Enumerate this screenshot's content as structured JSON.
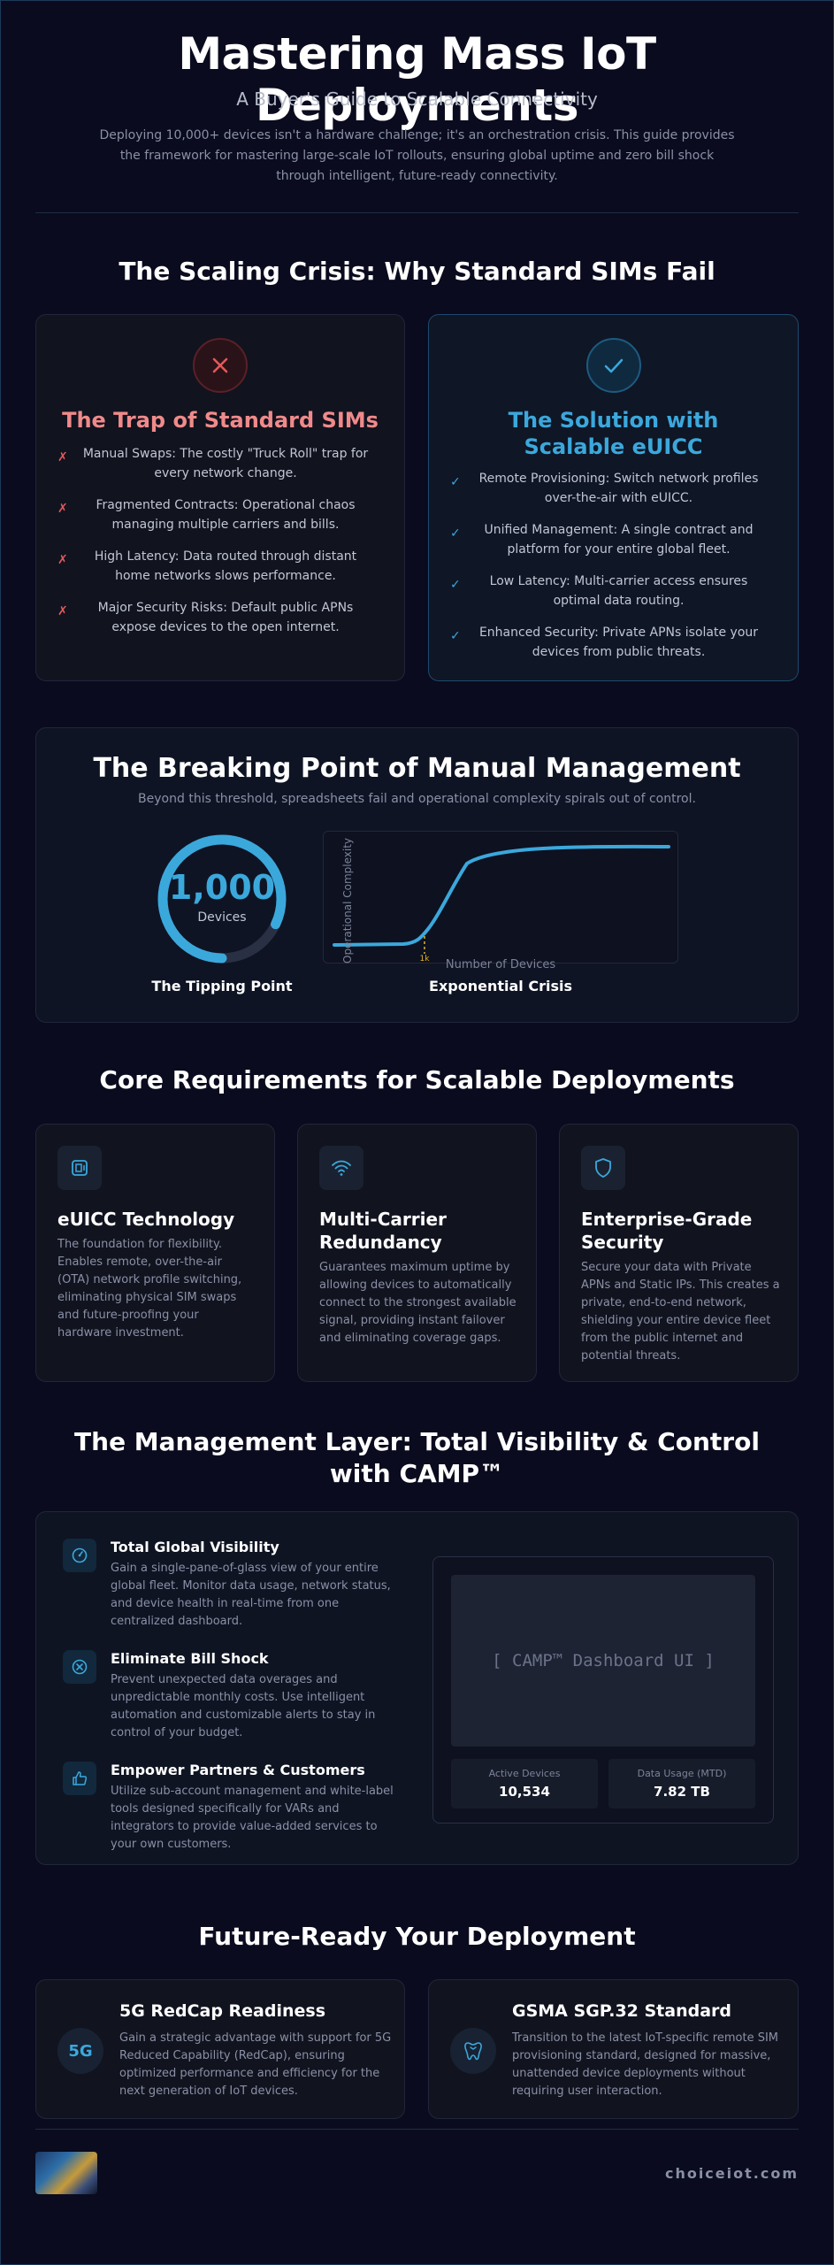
{
  "header": {
    "title": "Mastering Mass IoT Deployments",
    "subtitle": "A Buyer's Guide to Scalable Connectivity",
    "intro": "Deploying 10,000+ devices isn't a hardware challenge; it's an orchestration crisis. This guide provides the framework for mastering large-scale IoT rollouts, ensuring global uptime and zero bill shock through intelligent, future-ready connectivity."
  },
  "scaling_crisis": {
    "title": "The Scaling Crisis: Why Standard SIMs Fail",
    "trap": {
      "title": "The Trap of Standard SIMs",
      "items": [
        "Manual Swaps: The costly \"Truck Roll\" trap for every network change.",
        "Fragmented Contracts: Operational chaos managing multiple carriers and bills.",
        "High Latency: Data routed through distant home networks slows performance.",
        "Major Security Risks: Default public APNs expose devices to the open internet."
      ]
    },
    "solution": {
      "title": "The Solution with Scalable eUICC",
      "items": [
        "Remote Provisioning: Switch network profiles over-the-air with eUICC.",
        "Unified Management: A single contract and platform for your entire global fleet.",
        "Low Latency: Multi-carrier access ensures optimal data routing.",
        "Enhanced Security: Private APNs isolate your devices from public threats."
      ]
    }
  },
  "breaking_point": {
    "title": "The Breaking Point of Manual Management",
    "subtitle": "Beyond this threshold, spreadsheets fail and operational complexity spirals out of control.",
    "gauge_value": "1,000",
    "gauge_label": "Devices",
    "gauge_caption": "The Tipping Point",
    "chart_caption": "Exponential Crisis",
    "chart_ylabel": "Operational Complexity",
    "chart_xlabel": "Number of Devices",
    "chart_marker": "1k",
    "gauge_fill": 0.82
  },
  "requirements": {
    "title": "Core Requirements for Scalable Deployments",
    "cards": [
      {
        "title": "eUICC Technology",
        "text": "The foundation for flexibility. Enables remote, over-the-air (OTA) network profile switching, eliminating physical SIM swaps and future-proofing your hardware investment."
      },
      {
        "title": "Multi-Carrier Redundancy",
        "text": "Guarantees maximum uptime by allowing devices to automatically connect to the strongest available signal, providing instant failover and eliminating coverage gaps."
      },
      {
        "title": "Enterprise-Grade Security",
        "text": "Secure your data with Private APNs and Static IPs. This creates a private, end-to-end network, shielding your entire device fleet from the public internet and potential threats."
      }
    ]
  },
  "management": {
    "title": "The Management Layer: Total Visibility & Control with CAMP™",
    "items": [
      {
        "title": "Total Global Visibility",
        "text": "Gain a single-pane-of-glass view of your entire global fleet. Monitor data usage, network status, and device health in real-time from one centralized dashboard."
      },
      {
        "title": "Eliminate Bill Shock",
        "text": "Prevent unexpected data overages and unpredictable monthly costs. Use intelligent automation and customizable alerts to stay in control of your budget."
      },
      {
        "title": "Empower Partners & Customers",
        "text": "Utilize sub-account management and white-label tools designed specifically for VARs and integrators to provide value-added services to your own customers."
      }
    ],
    "dashboard_placeholder": "[ CAMP™ Dashboard UI ]",
    "stats": [
      {
        "label": "Active Devices",
        "value": "10,534"
      },
      {
        "label": "Data Usage (MTD)",
        "value": "7.82 TB"
      }
    ]
  },
  "future": {
    "title": "Future-Ready Your Deployment",
    "cards": [
      {
        "icon_text": "5G",
        "title": "5G RedCap Readiness",
        "text": "Gain a strategic advantage with support for 5G Reduced Capability (RedCap), ensuring optimized performance and efficiency for the next generation of IoT devices."
      },
      {
        "title": "GSMA SGP.32 Standard",
        "text": "Transition to the latest IoT-specific remote SIM provisioning standard, designed for massive, unattended device deployments without requiring user interaction."
      }
    ]
  },
  "footer": {
    "url": "choiceiot.com"
  },
  "colors": {
    "background": "#0a0b1e",
    "accent_blue": "#3ba8dc",
    "accent_red": "#f08a8a",
    "warning_yellow": "#e0b030"
  }
}
